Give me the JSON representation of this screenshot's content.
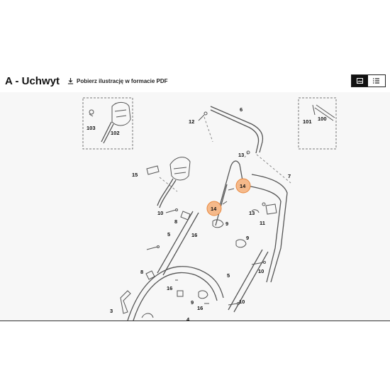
{
  "header": {
    "title": "A - Uchwyt",
    "download_label": "Pobierz ilustrację w formacie PDF"
  },
  "colors": {
    "highlight": "#f5b98a",
    "highlight_stroke": "#e8883e",
    "text": "#111111"
  },
  "diagram": {
    "labels": {
      "p103": "103",
      "p102": "102",
      "p12": "12",
      "p6": "6",
      "p101": "101",
      "p100": "100",
      "p13a": "13",
      "p15": "15",
      "p7": "7",
      "p14a": "14",
      "p14b": "14",
      "p10a": "10",
      "p8a": "8",
      "p13b": "13",
      "p9a": "9",
      "p11": "11",
      "p5a": "5",
      "p16a": "16",
      "p9b": "9",
      "p8b": "8",
      "p5b": "5",
      "p10b": "10",
      "p16b": "16",
      "p9c": "9",
      "p16c": "16",
      "p3": "3",
      "p10c": "10",
      "p4": "4"
    }
  }
}
